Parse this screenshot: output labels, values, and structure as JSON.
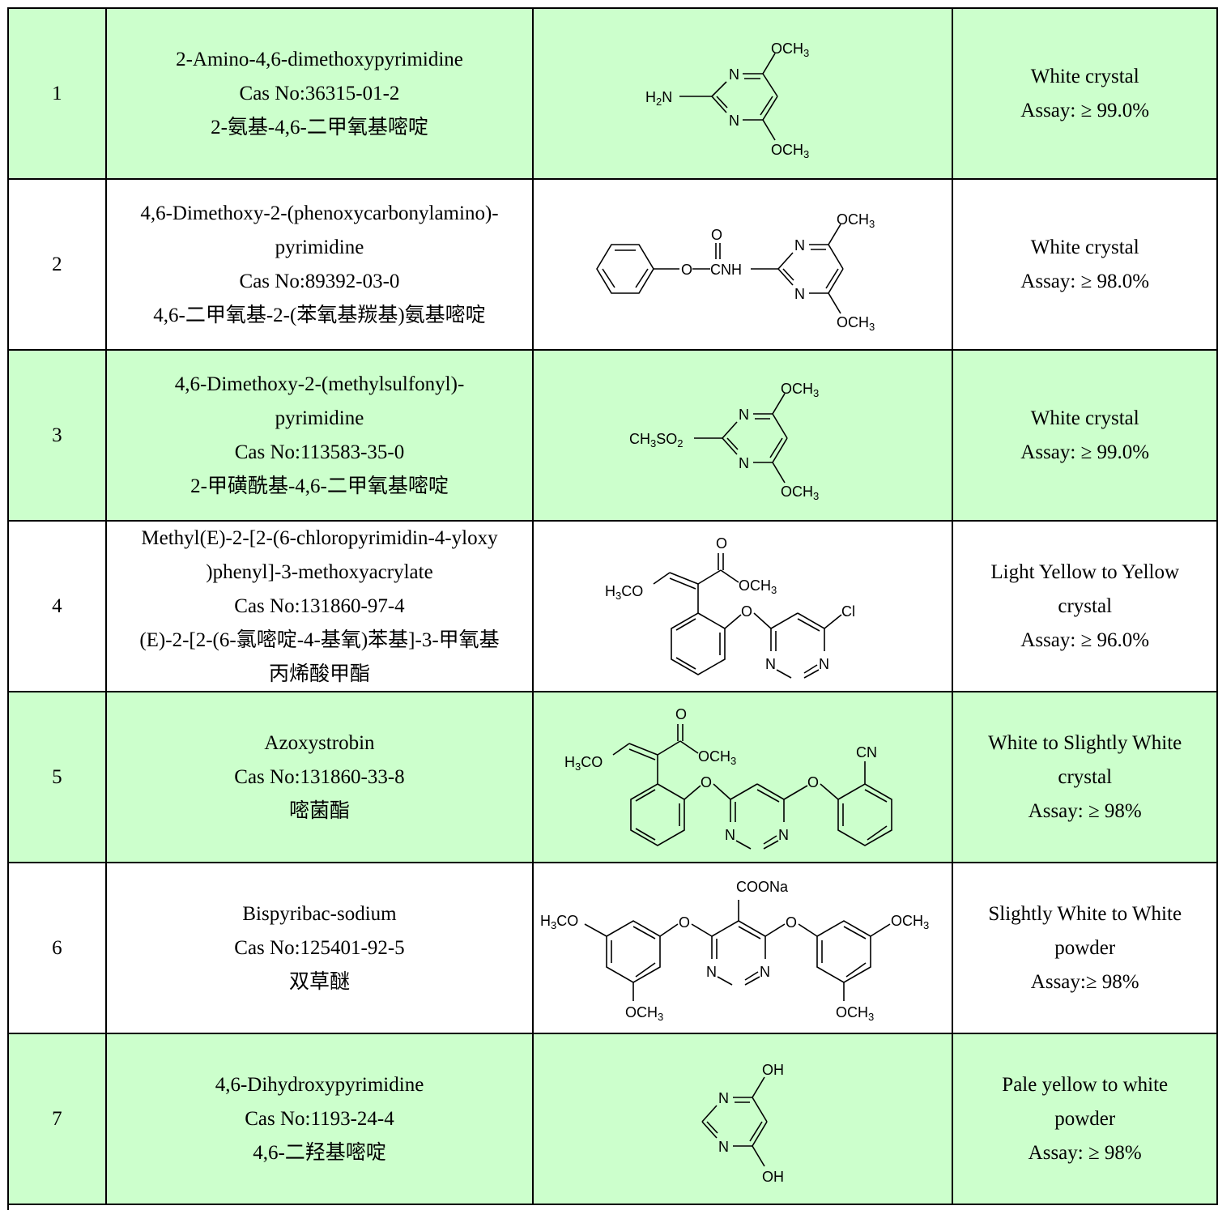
{
  "rows": [
    {
      "no": "1",
      "name_lines": [
        "2-Amino-4,6-dimethoxypyrimidine",
        "Cas No:36315-01-2",
        "2-氨基-4,6-二甲氧基嘧啶"
      ],
      "desc_lines": [
        "White crystal",
        "Assay: ≥ 99.0%"
      ],
      "struct_icon": "pyrimidine-structure-icon"
    },
    {
      "no": "2",
      "name_lines": [
        "4,6-Dimethoxy-2-(phenoxycarbonylamino)-",
        "pyrimidine",
        "Cas No:89392-03-0",
        "4,6-二甲氧基-2-(苯氧基羰基)氨基嘧啶"
      ],
      "desc_lines": [
        "White crystal",
        "Assay: ≥ 98.0%"
      ],
      "struct_icon": "phenyl-carbamate-structure-icon"
    },
    {
      "no": "3",
      "name_lines": [
        "4,6-Dimethoxy-2-(methylsulfonyl)-",
        "pyrimidine",
        "Cas No:113583-35-0",
        "2-甲磺酰基-4,6-二甲氧基嘧啶"
      ],
      "desc_lines": [
        "White crystal",
        "Assay: ≥ 99.0%"
      ],
      "struct_icon": "sulfonyl-pyrimidine-structure-icon"
    },
    {
      "no": "4",
      "name_lines": [
        "Methyl(E)-2-[2-(6-chloropyrimidin-4-yloxy",
        ")phenyl]-3-methoxyacrylate",
        "Cas No:131860-97-4",
        "(E)-2-[2-(6-氯嘧啶-4-基氧)苯基]-3-甲氧基",
        "丙烯酸甲酯"
      ],
      "desc_lines": [
        "Light Yellow to Yellow",
        "crystal",
        "Assay: ≥ 96.0%"
      ],
      "struct_icon": "chloropyrimidine-acrylate-structure-icon"
    },
    {
      "no": "5",
      "name_lines": [
        "Azoxystrobin",
        "Cas No:131860-33-8",
        "嘧菌酯"
      ],
      "desc_lines": [
        "White to Slightly White",
        "crystal",
        "Assay: ≥ 98%"
      ],
      "struct_icon": "azoxystrobin-structure-icon"
    },
    {
      "no": "6",
      "name_lines": [
        "Bispyribac-sodium",
        "Cas No:125401-92-5",
        "双草醚"
      ],
      "desc_lines": [
        "Slightly White to White",
        "powder",
        "Assay:≥ 98%"
      ],
      "struct_icon": "bispyribac-structure-icon"
    },
    {
      "no": "7",
      "name_lines": [
        "4,6-Dihydroxypyrimidine",
        "Cas No:1193-24-4",
        "4,6-二羟基嘧啶"
      ],
      "desc_lines": [
        "Pale yellow to white",
        "powder",
        "Assay: ≥ 98%"
      ],
      "struct_icon": "dihydroxypyrimidine-structure-icon"
    }
  ],
  "labels": {
    "och3": "OCH",
    "h2n": "H",
    "n": "N",
    "o": "O",
    "cnh": "CNH",
    "ch3so2": "CH",
    "h3co": "H",
    "cl": "Cl",
    "cn": "CN",
    "coona": "COONa",
    "oh": "OH",
    "sub3": "3",
    "sub2": "2"
  }
}
